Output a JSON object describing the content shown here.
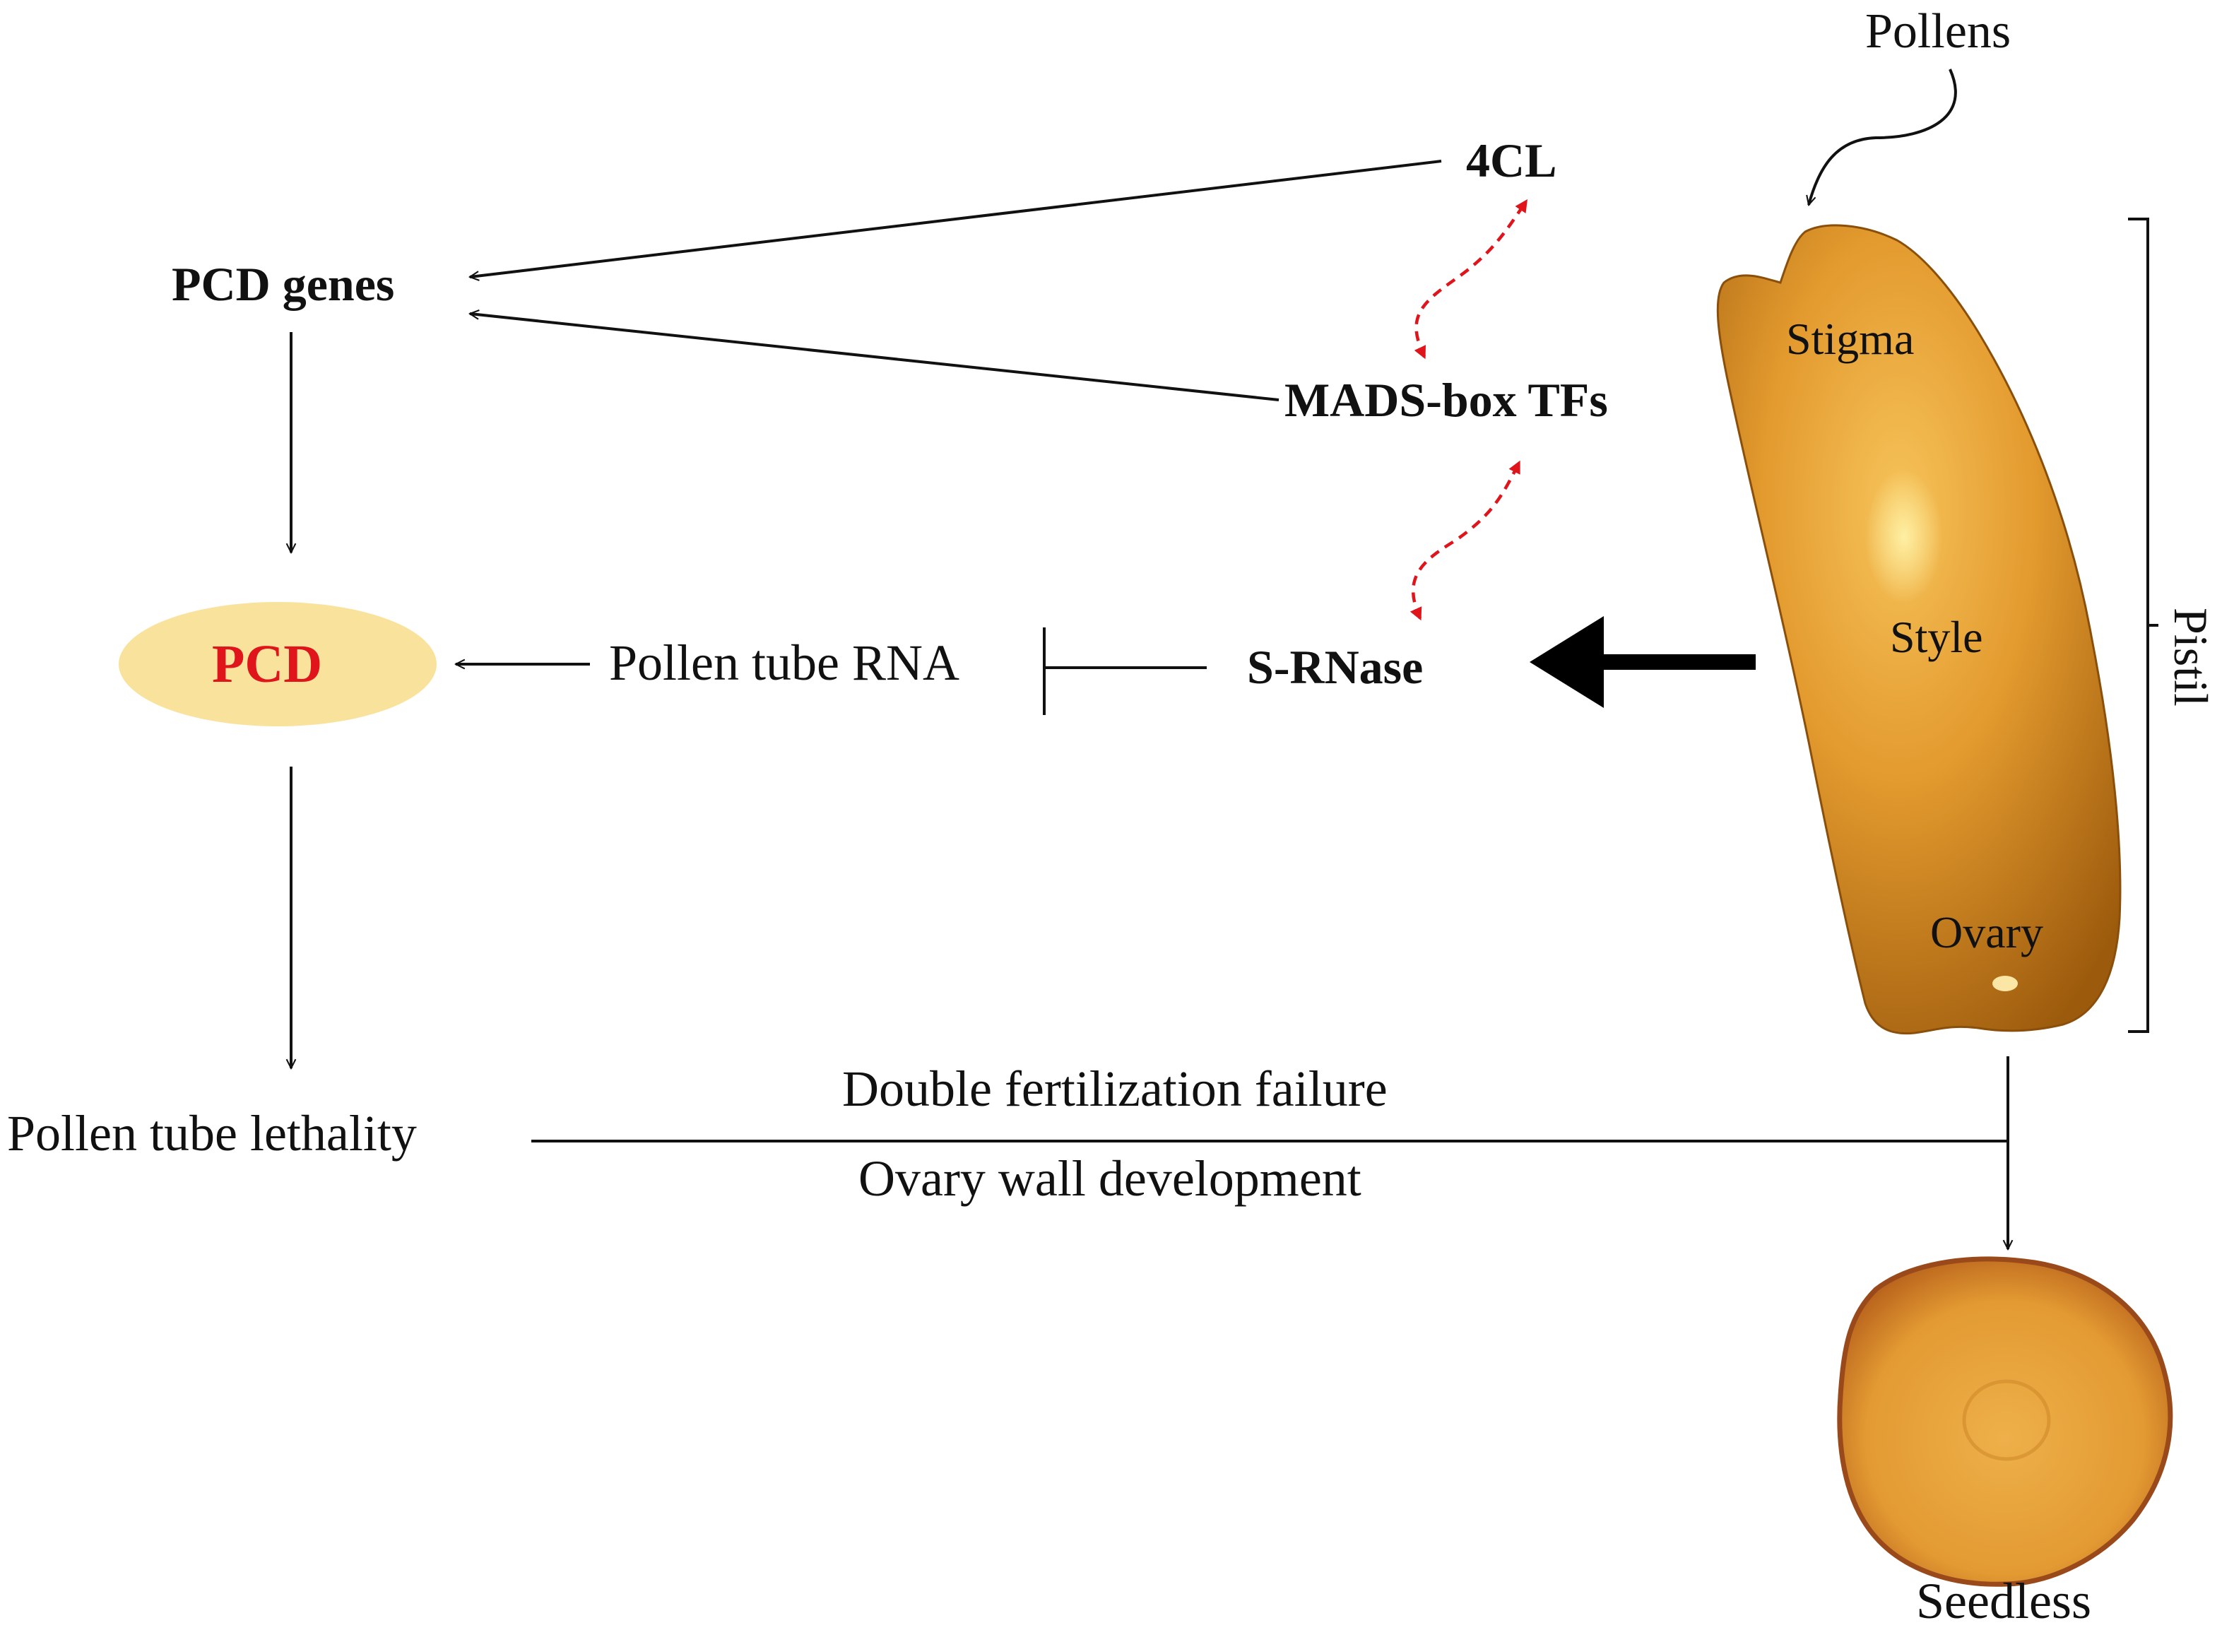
{
  "nodes": {
    "pcd_genes": "PCD genes",
    "cl4": "4CL",
    "mads": "MADS-box TFs",
    "pcd": "PCD",
    "pollen_tube_rna": "Pollen tube RNA",
    "srnase": "S-RNase",
    "pollen_tube_lethality": "Pollen tube lethality",
    "double_fert": "Double fertilization failure",
    "ovary_wall": "Ovary wall development",
    "seedless": "Seedless",
    "pollens": "Pollens"
  },
  "pistil": {
    "label": "Pistil",
    "stigma": "Stigma",
    "style": "Style",
    "ovary": "Ovary"
  },
  "colors": {
    "text": "#111111",
    "pcd_text": "#e0141b",
    "pcd_fill": "#f9e39c",
    "dashed_arrow": "#e0141b",
    "pistil_light": "#e9a83a",
    "pistil_dark": "#a8620e",
    "fruit_orange": "#e9a53c",
    "fruit_edge": "#9a4a1a"
  }
}
